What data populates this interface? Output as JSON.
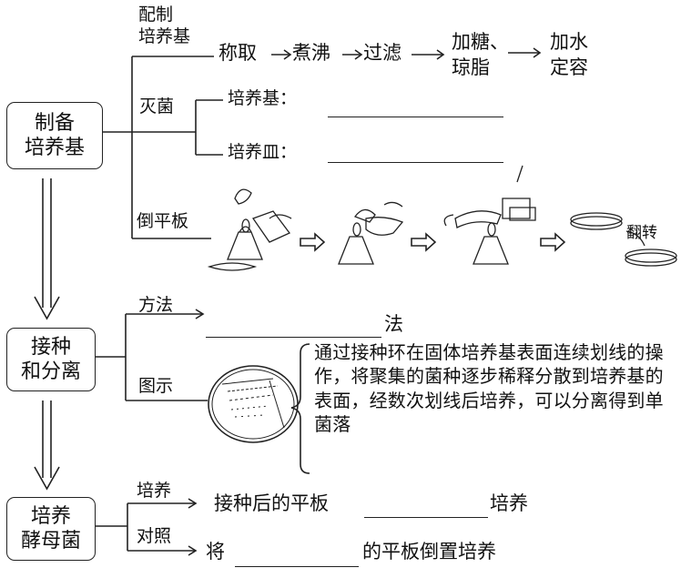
{
  "boxes": {
    "prepare": [
      "制备",
      "培养基"
    ],
    "inoculate": [
      "接种",
      "和分离"
    ],
    "culture": [
      "培养",
      "酵母菌"
    ]
  },
  "branches": {
    "prep_medium": [
      "配制",
      "培养基"
    ],
    "sterilize": "灭菌",
    "pour_plate": "倒平板",
    "method": "方法",
    "figure": "图示",
    "culture": "培养",
    "control": "对照"
  },
  "steps": {
    "weigh": "称取",
    "boil": "煮沸",
    "filter": "过滤",
    "add_sugar": [
      "加糖、",
      "琼脂"
    ],
    "add_water": [
      "加水",
      "定容"
    ]
  },
  "sterilize_items": {
    "medium": "培养基：",
    "dish": "培养皿："
  },
  "flip_label": "翻转",
  "method_suffix": "法",
  "figure_desc": "通过接种环在固体培养基表面连续划线的操作，将聚集的菌种逐步稀释分散到培养基的表面，经数次划线后培养，可以分离得到单菌落",
  "culture_line": {
    "prefix": "接种后的平板",
    "suffix": "培养"
  },
  "control_line": {
    "prefix": "将",
    "suffix": "的平板倒置培养"
  }
}
